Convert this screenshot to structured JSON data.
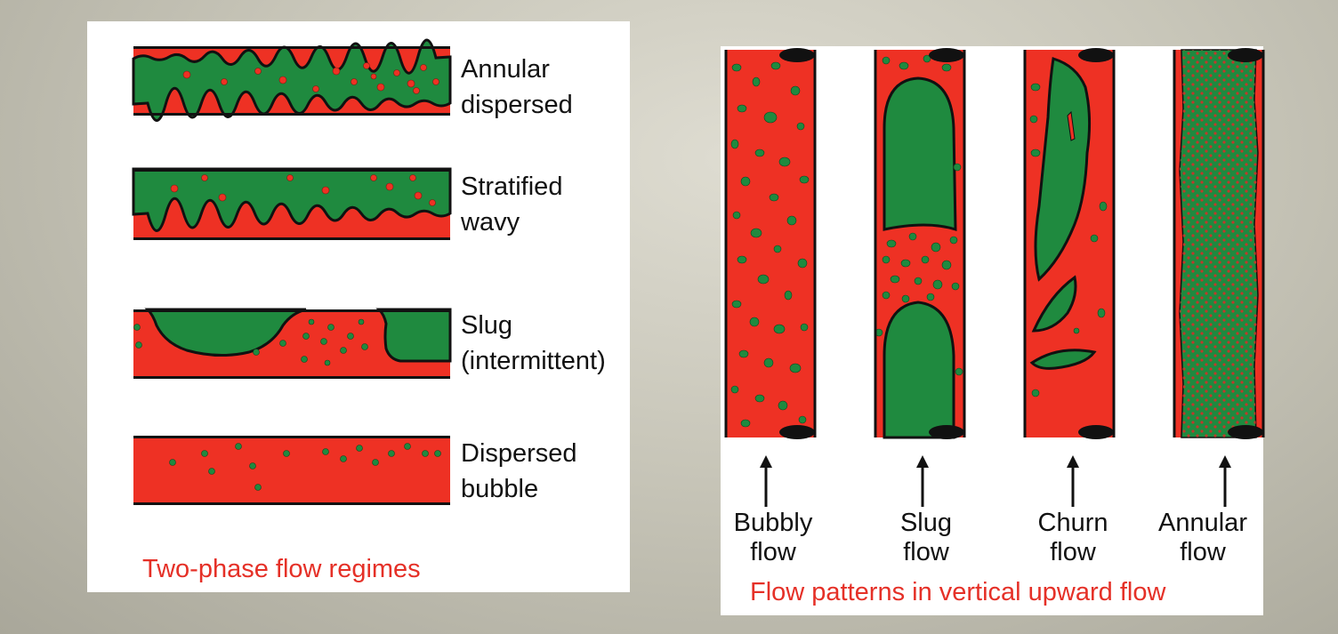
{
  "regimes": [
    {
      "line1": "Annular",
      "line2": "dispersed"
    },
    {
      "line1": "Stratified",
      "line2": "wavy"
    },
    {
      "line1": "Slug",
      "line2": "(intermittent)"
    },
    {
      "line1": "Dispersed",
      "line2": "bubble"
    }
  ],
  "left_caption": "Two-phase flow regimes",
  "patterns": [
    {
      "line1": "Bubbly",
      "line2": "flow"
    },
    {
      "line1": "Slug",
      "line2": "flow"
    },
    {
      "line1": "Churn",
      "line2": "flow"
    },
    {
      "line1": "Annular",
      "line2": "flow"
    }
  ],
  "right_caption": "Flow patterns in vertical upward flow",
  "colors": {
    "liquid": "#ee3124",
    "gas": "#1f8a3f",
    "outline": "#111111",
    "caption": "#e53027"
  }
}
